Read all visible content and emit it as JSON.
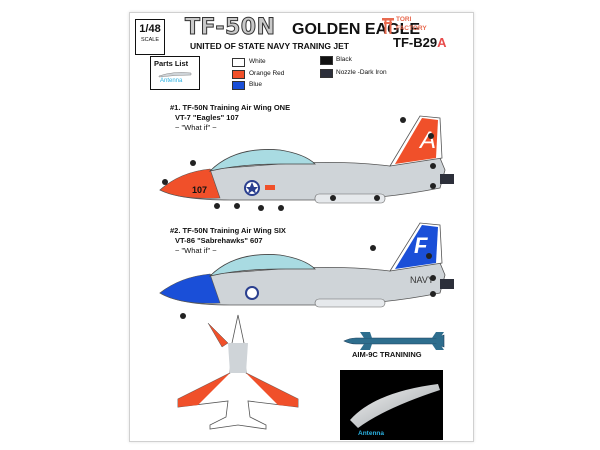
{
  "header": {
    "scale": "1/48",
    "scale_label": "SCALE",
    "title": "TF-50N",
    "title2": "GOLDEN EAGLE",
    "subtitle": "UNITED OF STATE NAVY TRANING JET",
    "logo_top": "TORI",
    "logo_bottom": "FACTORY",
    "code": "TF-B29",
    "code_suffix": "A"
  },
  "parts_list": {
    "label": "Parts List",
    "item": "Antenna"
  },
  "legend": [
    {
      "label": "White",
      "color": "#ffffff"
    },
    {
      "label": "Orange Red",
      "color": "#f0502a"
    },
    {
      "label": "Blue",
      "color": "#1a4fd8"
    },
    {
      "label": "Black",
      "color": "#111111"
    },
    {
      "label": "Nozzle -Dark Iron",
      "color": "#2c2f3a"
    }
  ],
  "scheme1": {
    "line1": "#1. TF-50N  Training Air Wing ONE",
    "line2": "VT-7 \"Eagles\" 107",
    "line3": "~ \"What if\" ~",
    "tail_letter": "A",
    "nose_number": "107"
  },
  "scheme2": {
    "line1": "#2. TF-50N  Training Air Wing SIX",
    "line2": "VT-86 \"Sabrehawks\" 607",
    "line3": "~ \"What if\" ~",
    "tail_letter": "F",
    "body_text": "NAVY"
  },
  "missile": {
    "label": "AIM-9C TRANINING"
  },
  "photo": {
    "label": "Antenna"
  },
  "colors": {
    "orange": "#f0502a",
    "blue": "#1a4fd8",
    "gray": "#cfd4d8",
    "canopy": "#a9dbe2"
  }
}
